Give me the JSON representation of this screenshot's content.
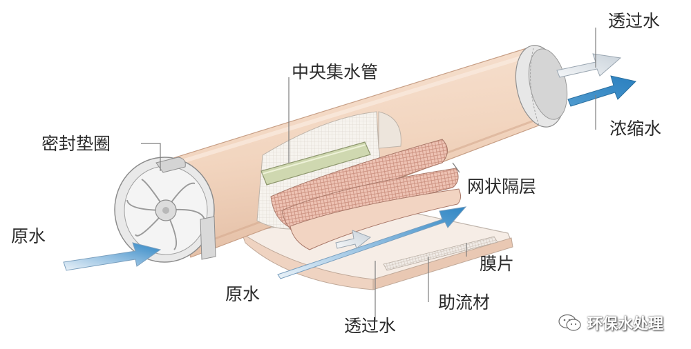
{
  "labels": {
    "permeate_top": "透过水",
    "central_tube": "中央集水管",
    "seal_ring": "密封垫圈",
    "concentrate": "浓缩水",
    "mesh_spacer": "网状隔层",
    "raw_water_left": "原水",
    "membrane": "膜片",
    "raw_water_center": "原水",
    "permeate_flow_aid": "助流材",
    "permeate_bottom": "透过水"
  },
  "watermark": {
    "text": "环保水处理",
    "icon": "wechat-icon"
  },
  "colors": {
    "housing": "#f3d8c3",
    "housing_shade": "#e6c0a6",
    "arrow_blue": "#3d8fc7",
    "arrow_light": "#dde6ee",
    "mesh": "#e7b8aa",
    "tube": "#cfd8b0",
    "endcap": "#e4e4e4"
  }
}
